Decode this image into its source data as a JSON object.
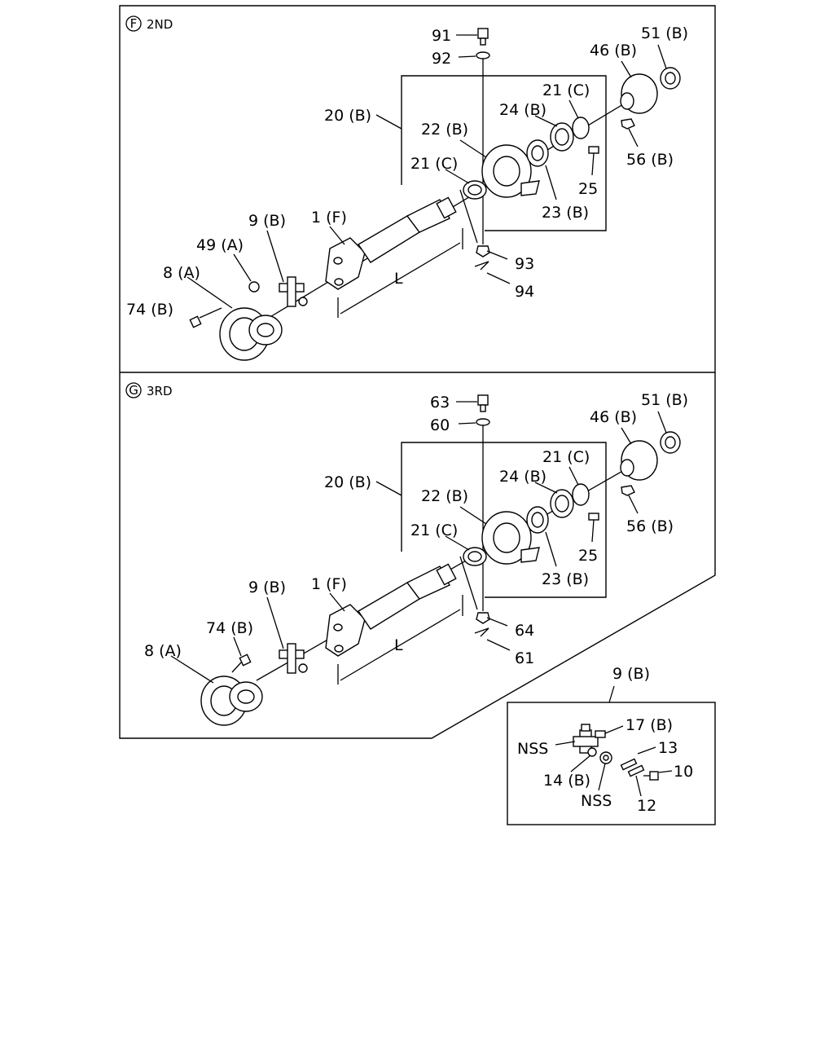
{
  "sections": [
    {
      "circle_letter": "F",
      "title": "2ND"
    },
    {
      "circle_letter": "G",
      "title": "3RD"
    }
  ],
  "labels_2nd": [
    "91",
    "92",
    "51 (B)",
    "46 (B)",
    "21 (C)",
    "24 (B)",
    "20 (B)",
    "22 (B)",
    "21 (C)",
    "25",
    "56 (B)",
    "23 (B)",
    "9 (B)",
    "1 (F)",
    "49 (A)",
    "8 (A)",
    "74 (B)",
    "L",
    "93",
    "94"
  ],
  "labels_3rd": [
    "63",
    "60",
    "51 (B)",
    "46 (B)",
    "21 (C)",
    "24 (B)",
    "20 (B)",
    "22 (B)",
    "21 (C)",
    "25",
    "56 (B)",
    "23 (B)",
    "9 (B)",
    "1 (F)",
    "74 (B)",
    "8 (A)",
    "L",
    "64",
    "61"
  ],
  "labels_inset": [
    "9 (B)",
    "17 (B)",
    "NSS",
    "13",
    "10",
    "14 (B)",
    "NSS",
    "12"
  ]
}
